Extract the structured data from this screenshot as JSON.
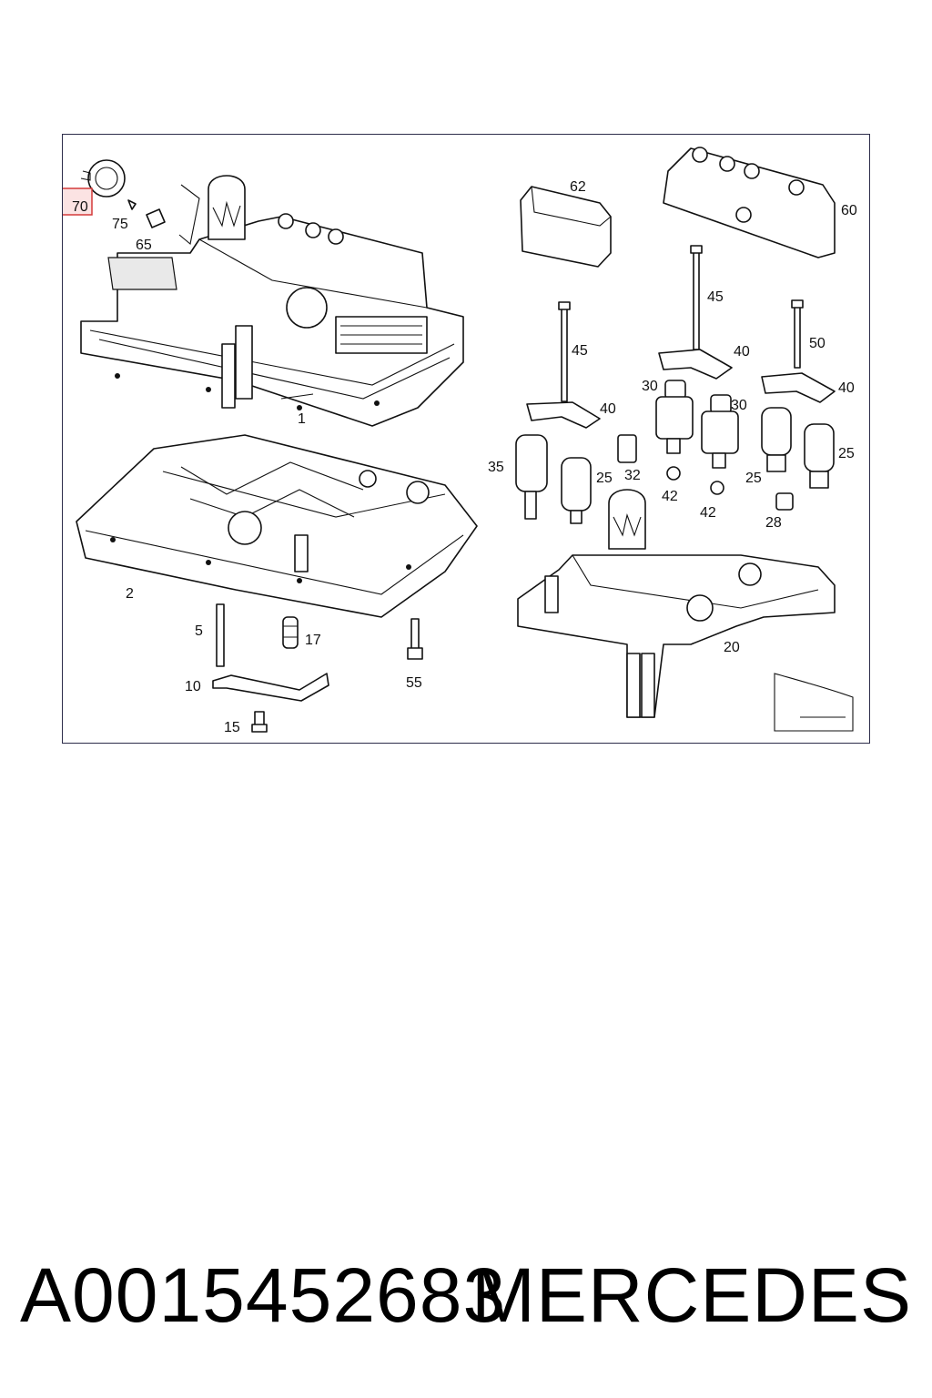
{
  "diagram": {
    "highlighted_callout": "70",
    "highlight_color": "#d43a3a",
    "callouts": [
      "70",
      "75",
      "65",
      "1",
      "2",
      "5",
      "17",
      "10",
      "15",
      "55",
      "62",
      "60",
      "45",
      "45",
      "50",
      "40",
      "40",
      "40",
      "30",
      "30",
      "35",
      "25",
      "32",
      "42",
      "42",
      "25",
      "25",
      "28",
      "20"
    ]
  },
  "caption": {
    "part_number": "A0015452683",
    "brand": "MERCEDES"
  }
}
